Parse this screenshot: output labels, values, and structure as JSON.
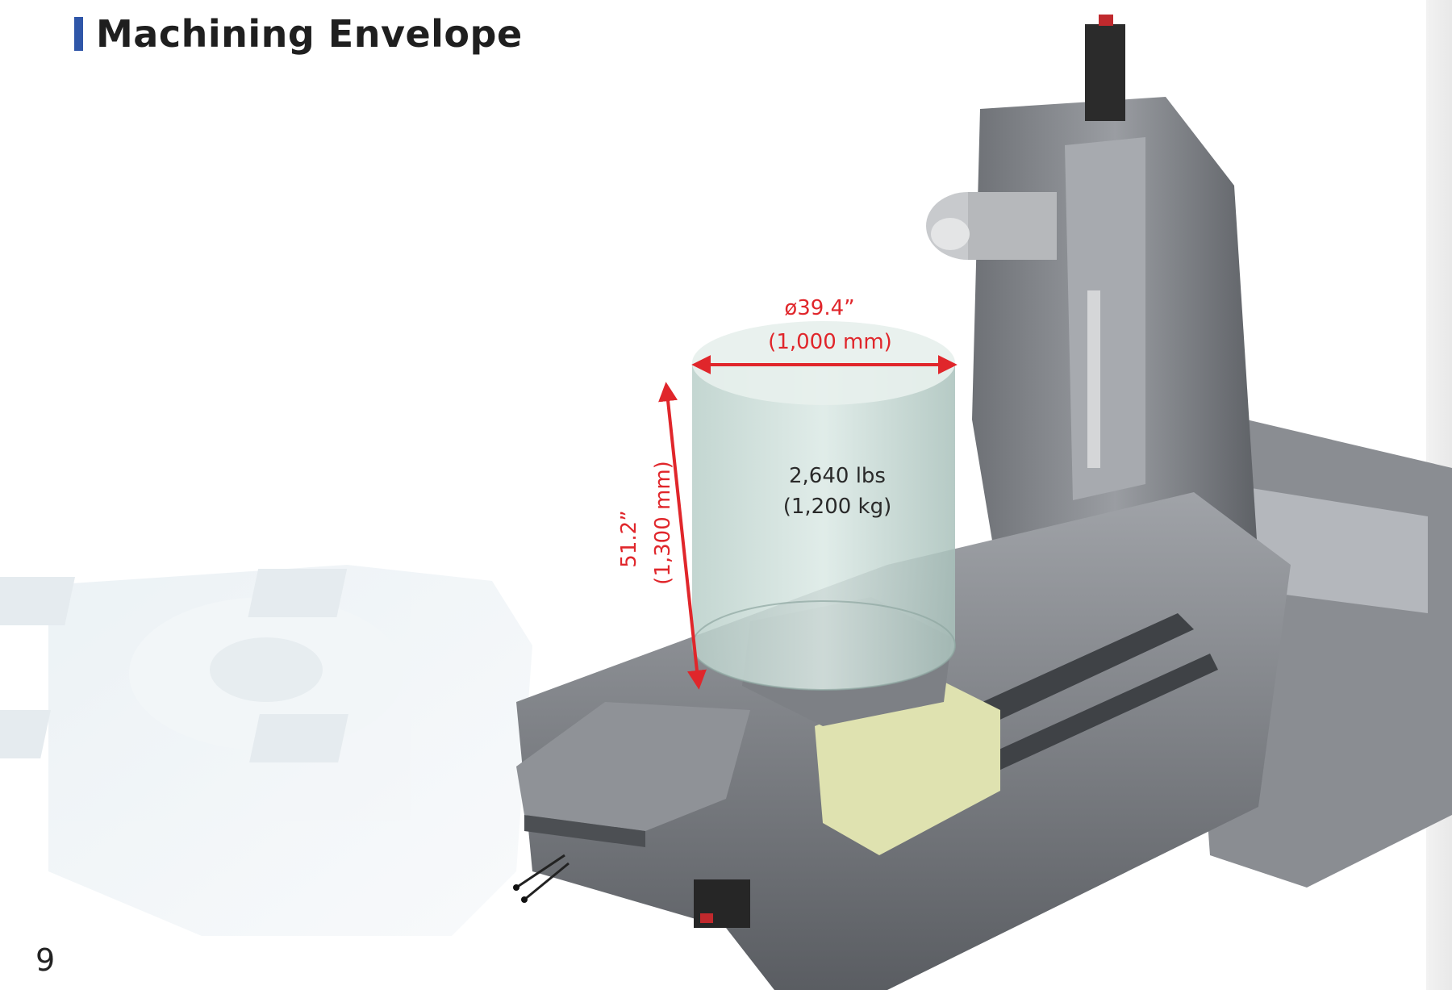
{
  "header": {
    "title": "Machining Envelope"
  },
  "page_number": "9",
  "envelope": {
    "diameter_in": "ø39.4”",
    "diameter_mm": "(1,000 mm)",
    "height_in": "51.2”",
    "height_mm": "(1,300 mm)",
    "weight_lbs": "2,640 lbs",
    "weight_kg": "(1,200 kg)"
  },
  "colors": {
    "accent_bar": "#2f56a8",
    "dimension": "#e0262b",
    "machine_body": "#7c7f84",
    "fixture": "#dfe2b0",
    "envelope": "#c8dcd6"
  }
}
